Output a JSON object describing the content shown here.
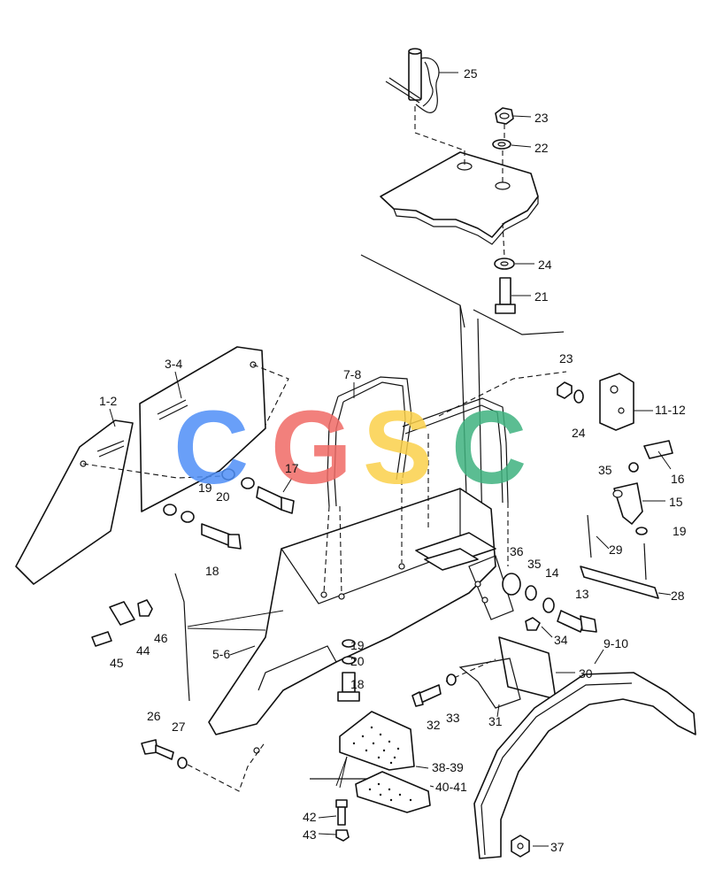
{
  "watermark": {
    "letters": [
      {
        "char": "C",
        "color": "#4f8ff7"
      },
      {
        "char": "G",
        "color": "#f06b66"
      },
      {
        "char": "S",
        "color": "#fbd14b"
      },
      {
        "char": "C",
        "color": "#3fb27f"
      }
    ]
  },
  "callouts": {
    "c1": "1-2",
    "c2": "3-4",
    "c3": "5-6",
    "c4": "7-8",
    "c5": "9-10",
    "c6": "11-12",
    "c7": "13",
    "c8": "14",
    "c9": "15",
    "c10": "16",
    "c11": "17",
    "c12": "18",
    "c13": "18",
    "c14": "19",
    "c15": "19",
    "c16": "19",
    "c17": "20",
    "c18": "20",
    "c19": "21",
    "c20": "22",
    "c21": "23",
    "c22": "23",
    "c23": "24",
    "c24": "24",
    "c25": "25",
    "c26": "26",
    "c27": "27",
    "c28": "28",
    "c29": "29",
    "c30": "30",
    "c31": "31",
    "c32": "32",
    "c33": "33",
    "c34": "34",
    "c35": "35",
    "c36": "35",
    "c37": "36",
    "c38": "37",
    "c39": "38-39",
    "c40": "40-41",
    "c41": "42",
    "c42": "43",
    "c43": "44",
    "c44": "45",
    "c45": "46"
  }
}
